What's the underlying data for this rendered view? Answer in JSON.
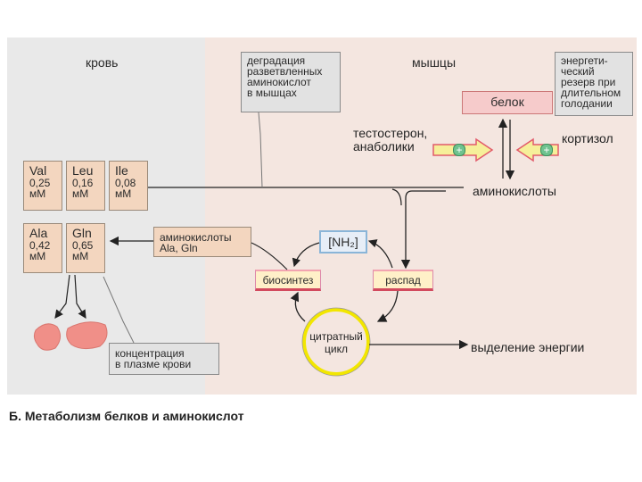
{
  "regions": {
    "blood": "кровь",
    "muscles": "мышцы"
  },
  "degradation_note": [
    "деградация",
    "разветвленных",
    "аминокислот",
    "в мышцах"
  ],
  "energy_reserve_note": [
    "энергети-",
    "ческий",
    "резерв при",
    "длительном",
    "голодании"
  ],
  "protein": "белок",
  "testosterone": [
    "тестостерон,",
    "анаболики"
  ],
  "cortisol": "кортизол",
  "amino_acids": "аминокислоты",
  "plus": "+",
  "amino_blocks": [
    {
      "name": "Val",
      "conc": "0,25",
      "unit": "мМ"
    },
    {
      "name": "Leu",
      "conc": "0,16",
      "unit": "мМ"
    },
    {
      "name": "Ile",
      "conc": "0,08",
      "unit": "мМ"
    },
    {
      "name": "Ala",
      "conc": "0,42",
      "unit": "мМ"
    },
    {
      "name": "Gln",
      "conc": "0,65",
      "unit": "мМ"
    }
  ],
  "amino_ala_gln": [
    "аминокислоты",
    "Ala, Gln"
  ],
  "nh2": "[NH₂]",
  "biosynthesis": "биосинтез",
  "breakdown": "распад",
  "citrate_cycle": [
    "цитратный",
    "цикл"
  ],
  "energy_release": "выделение энергии",
  "plasma_concentration": [
    "концентрация",
    "в плазме крови"
  ],
  "caption": "Б. Метаболизм белков и аминокислот",
  "colors": {
    "blood_bg": "#e9e9e9",
    "muscle_bg": "#f4e6e0",
    "aa_box": "#f3d6bf",
    "cycle": "#f2e600",
    "organ": "#f08f88"
  }
}
